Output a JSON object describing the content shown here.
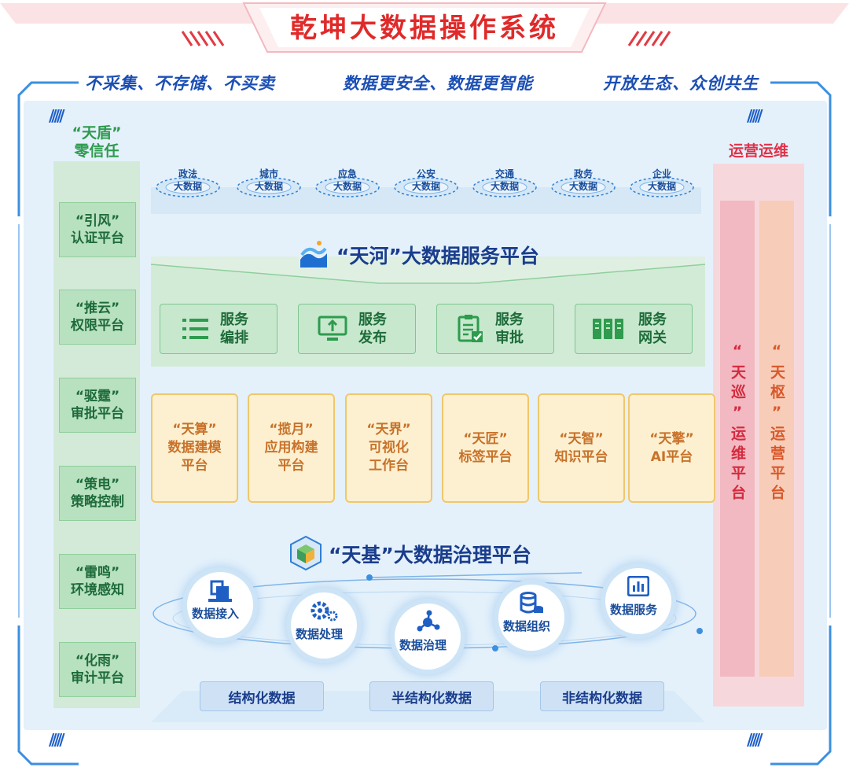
{
  "header": {
    "title": "乾坤大数据操作系统"
  },
  "slogans": [
    "不采集、不存储、不买卖",
    "数据更安全、数据更智能",
    "开放生态、众创共生"
  ],
  "left_column": {
    "heading": "“天盾”\n零信任",
    "items": [
      "“引风”\n认证平台",
      "“推云”\n权限平台",
      "“驱霆”\n审批平台",
      "“策电”\n策略控制",
      "“雷鸣”\n环境感知",
      "“化雨”\n审计平台"
    ]
  },
  "right_column": {
    "heading": "运营运维",
    "bars": [
      "“天巡”运维平台",
      "“天枢”运营平台"
    ]
  },
  "big_data_domains": [
    "政法\n大数据",
    "城市\n大数据",
    "应急\n大数据",
    "公安\n大数据",
    "交通\n大数据",
    "政务\n大数据",
    "企业\n大数据"
  ],
  "service_platform": {
    "title": "“天河”大数据服务平台",
    "services": [
      {
        "label": "服务\n编排",
        "icon": "list-icon"
      },
      {
        "label": "服务\n发布",
        "icon": "monitor-upload-icon"
      },
      {
        "label": "服务\n审批",
        "icon": "clipboard-check-icon"
      },
      {
        "label": "服务\n网关",
        "icon": "server-rack-icon"
      }
    ]
  },
  "modules": [
    "“天算”\n数据建模\n平台",
    "“揽月”\n应用构建\n平台",
    "“天界”\n可视化\n工作台",
    "“天匠”\n标签平台",
    "“天智”\n知识平台",
    "“天擎”\nAI平台"
  ],
  "governance": {
    "title": "“天基”大数据治理平台",
    "nodes": [
      {
        "label": "数据接入",
        "icon": "data-access-icon"
      },
      {
        "label": "数据处理",
        "icon": "gears-icon"
      },
      {
        "label": "数据治理",
        "icon": "network-node-icon"
      },
      {
        "label": "数据组织",
        "icon": "database-icon"
      },
      {
        "label": "数据服务",
        "icon": "bar-chart-icon"
      }
    ]
  },
  "data_types": [
    "结构化数据",
    "半结构化数据",
    "非结构化数据"
  ],
  "colors": {
    "title_red": "#e02a2a",
    "slogan_blue": "#1c4fb4",
    "green_text": "#1e6b3a",
    "orange_text": "#c8722a",
    "red_text": "#e0314a",
    "navy_text": "#1a3d8c"
  }
}
